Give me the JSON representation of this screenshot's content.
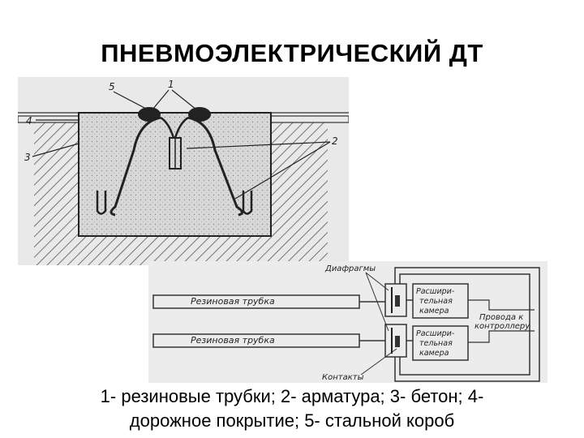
{
  "title": "ПНЕВМОЭЛЕКТРИЧЕСКИЙ ДТ",
  "section_labels": {
    "n1": "1",
    "n2": "2",
    "n3": "3",
    "n4": "4",
    "n5": "5"
  },
  "schematic_labels": {
    "diaphragms": "Диафрагмы",
    "tube_top": "Резиновая трубка",
    "tube_bottom": "Резиновая трубка",
    "chamber_top_l1": "Расшири-",
    "chamber_top_l2": "тельная",
    "chamber_top_l3": "камера",
    "chamber_bottom_l1": "Расшири-",
    "chamber_bottom_l2": "тельная",
    "chamber_bottom_l3": "камера",
    "wires_l1": "Провода к",
    "wires_l2": "контроллеру",
    "contacts": "Контакты"
  },
  "caption": {
    "line1": "1- резиновые трубки; 2- арматура; 3- бетон; 4-",
    "line2": "дорожное покрытие; 5- стальной короб"
  }
}
